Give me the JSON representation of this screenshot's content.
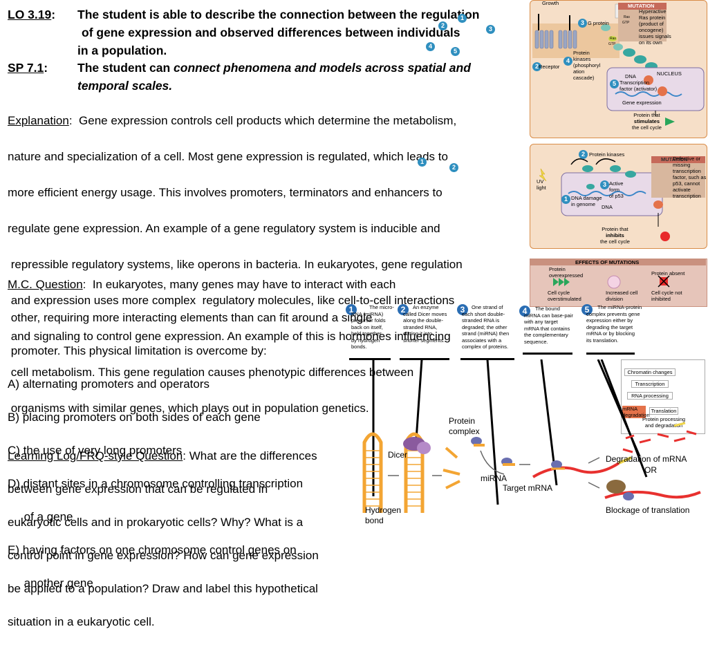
{
  "lo": {
    "label": "LO 3.19",
    "colon": ":",
    "line1": "The student is able to describe the connection between the regulation",
    "line2": "of gene expression and observed differences between individuals",
    "line3": "in a population."
  },
  "sp": {
    "label": "SP 7.1",
    "colon": ":",
    "prefix": "The student can ",
    "italic1": "connect phenomena and models across spatial and",
    "italic2": "temporal scales."
  },
  "explanation": {
    "label": "Explanation",
    "lines": [
      ":  Gene expression controls cell products which determine the metabolism,",
      "nature and specialization of a cell. Most gene expression is regulated, which leads to",
      "more efficient energy usage. This involves promoters, terminators and enhancers to",
      "regulate gene expression. An example of a gene regulatory system is inducible and",
      " repressible regulatory systems, like operons in bacteria. In eukaryotes, gene regulation",
      " and expression uses more complex  regulatory molecules, like cell-to-cell interactions",
      " and signaling to control gene expression. An example of this is hormones influencing",
      " cell metabolism. This gene regulation causes phenotypic differences between",
      " organisms with similar genes, which plays out in population genetics."
    ]
  },
  "mc": {
    "label": "M.C. Question",
    "lines": [
      ":  In eukaryotes, many genes may have to interact with each",
      " other, requiring more interacting elements than can fit around a single",
      " promoter. This physical limitation is overcome by:"
    ],
    "options": [
      "A) alternating promoters and operators",
      "B) placing promoters on both sides of each gene",
      "C) the use of very long promoters",
      "D) distant sites in a chromosome controlling transcription",
      "     of a gene",
      "E) having factors on one chromosome control genes on",
      "     another gene"
    ]
  },
  "log": {
    "label": "Learning Log/FRQ-style Question",
    "lines": [
      ": What are the differences",
      "between gene expression that can be regulated in",
      "eukaryotic cells and in prokaryotic cells? Why? What is a",
      "control point in gene expression? How can gene expression",
      "be applied to a population? Draw and label this hypothetical",
      "situation in a eukaryotic cell."
    ]
  },
  "fig_top": {
    "growth": "Growth",
    "mutation": "MUTATION",
    "mutation_desc": [
      "Hyperactive",
      "Ras protein",
      "(product of",
      "oncogene)",
      "issues signals",
      "on its own"
    ],
    "ras1": "Ras",
    "gtp1": "GTP",
    "ras2": "Ras",
    "gtp2": "GTP",
    "g_protein": "G protein",
    "protein_kinases": [
      "Protein",
      "kinases",
      "(phosphoryl",
      "ation",
      "cascade)"
    ],
    "receptor": "Receptor",
    "nucleus": "NUCLEUS",
    "dna": "DNA",
    "tf": [
      "Transcription",
      "factor (activator)"
    ],
    "gene_expr": "Gene expression",
    "protein_that": "Protein that",
    "stimulates": "stimulates",
    "cell_cycle": "the cell cycle",
    "n1": "1",
    "n2": "2",
    "n3": "3",
    "n4": "4",
    "n5": "5"
  },
  "fig_mid": {
    "mutation": "MUTATION",
    "mutation_desc": [
      "Defective or",
      "missing",
      "transcription",
      "factor, such as",
      "p53, cannot",
      "activate",
      "transcription"
    ],
    "protein_kinases": "Protein kinases",
    "uv": [
      "UV",
      "light"
    ],
    "active": [
      "Active",
      "form",
      "of p53"
    ],
    "dna_damage": [
      "DNA damage",
      "in genome"
    ],
    "dna": "DNA",
    "protein_that": "Protein that",
    "inhibits": "inhibits",
    "cell_cycle": "the cell cycle",
    "n1": "1",
    "n2": "2",
    "n3": "3"
  },
  "fig_effects": {
    "title": "EFFECTS OF MUTATIONS",
    "overexpressed": [
      "Protein",
      "overexpressed"
    ],
    "absent": "Protein absent",
    "overstim": [
      "Cell cycle",
      "overstimulated"
    ],
    "increased": [
      "Increased cell",
      "division"
    ],
    "not_inhibited": [
      "Cell cycle not",
      "inhibited"
    ]
  },
  "mirna_steps": [
    {
      "num": "1",
      "text": [
        "The micro-",
        "RNA (miRNA)",
        "precursor folds",
        "back on itself,",
        "held together",
        "by hydrogen",
        "bonds."
      ]
    },
    {
      "num": "2",
      "text": [
        "An enzyme",
        "called Dicer moves",
        "along the double-",
        "stranded RNA,",
        "cutting it into",
        "shorter segments."
      ]
    },
    {
      "num": "3",
      "text": [
        "One strand of",
        "each short double-",
        "stranded RNA is",
        "degraded; the other",
        "strand (miRNA) then",
        "associates with a",
        "complex of proteins."
      ]
    },
    {
      "num": "4",
      "text": [
        "The bound",
        "miRNA can base-pair",
        "with any target",
        "mRNA that contains",
        "the complementary",
        "sequence."
      ]
    },
    {
      "num": "5",
      "text": [
        "The miRNA-protein",
        "complex prevents gene",
        "expression either by",
        "degrading the target",
        "mRNA or by blocking",
        "its translation."
      ]
    }
  ],
  "flow": {
    "chromatin": "Chromatin changes",
    "transcription": "Transcription",
    "rna_processing": "RNA processing",
    "mrna_degradation": "mRNA degradation",
    "translation": "Translation",
    "protein_processing": "Protein processing and degradation"
  },
  "labels": {
    "protein_complex": [
      "Protein",
      "complex"
    ],
    "dicer": "Dicer",
    "mirna": "miRNA",
    "target_mrna": "Target mRNA",
    "hydrogen": [
      "Hydrogen",
      "bond"
    ],
    "degradation": "Degradation of mRNA",
    "or": "OR",
    "blockage": "Blockage of translation"
  },
  "colors": {
    "panel_fill": "#f6dfc8",
    "panel_border": "#d98c47",
    "step_number": "#2a6db3",
    "rna_orange": "#f3a533",
    "mrna_red": "#e8312f",
    "dicer_purple": "#8a5a9e",
    "mutation_header": "#c66a5a"
  }
}
